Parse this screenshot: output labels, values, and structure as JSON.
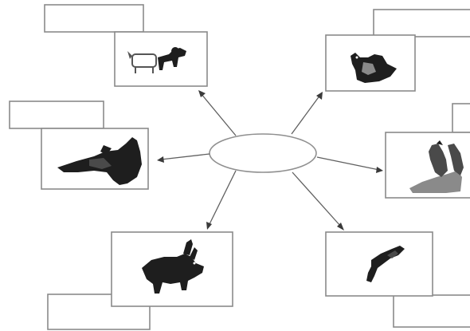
{
  "diagram": {
    "center": {
      "label": ""
    },
    "nodes": [
      {
        "id": "top-left",
        "picture": "pig-and-dog-icon",
        "label": ""
      },
      {
        "id": "top-right",
        "picture": "duck-icon",
        "label": ""
      },
      {
        "id": "middle-left",
        "picture": "eagle-icon",
        "label": ""
      },
      {
        "id": "middle-right",
        "picture": "goat-icon",
        "label": ""
      },
      {
        "id": "bottom-left",
        "picture": "rabbit-icon",
        "label": ""
      },
      {
        "id": "bottom-right",
        "picture": "bird-icon",
        "label": ""
      }
    ],
    "colors": {
      "box_stroke": "#8a8a8a",
      "arrow": "#606060",
      "silhouette": "#1e1e1e"
    }
  }
}
